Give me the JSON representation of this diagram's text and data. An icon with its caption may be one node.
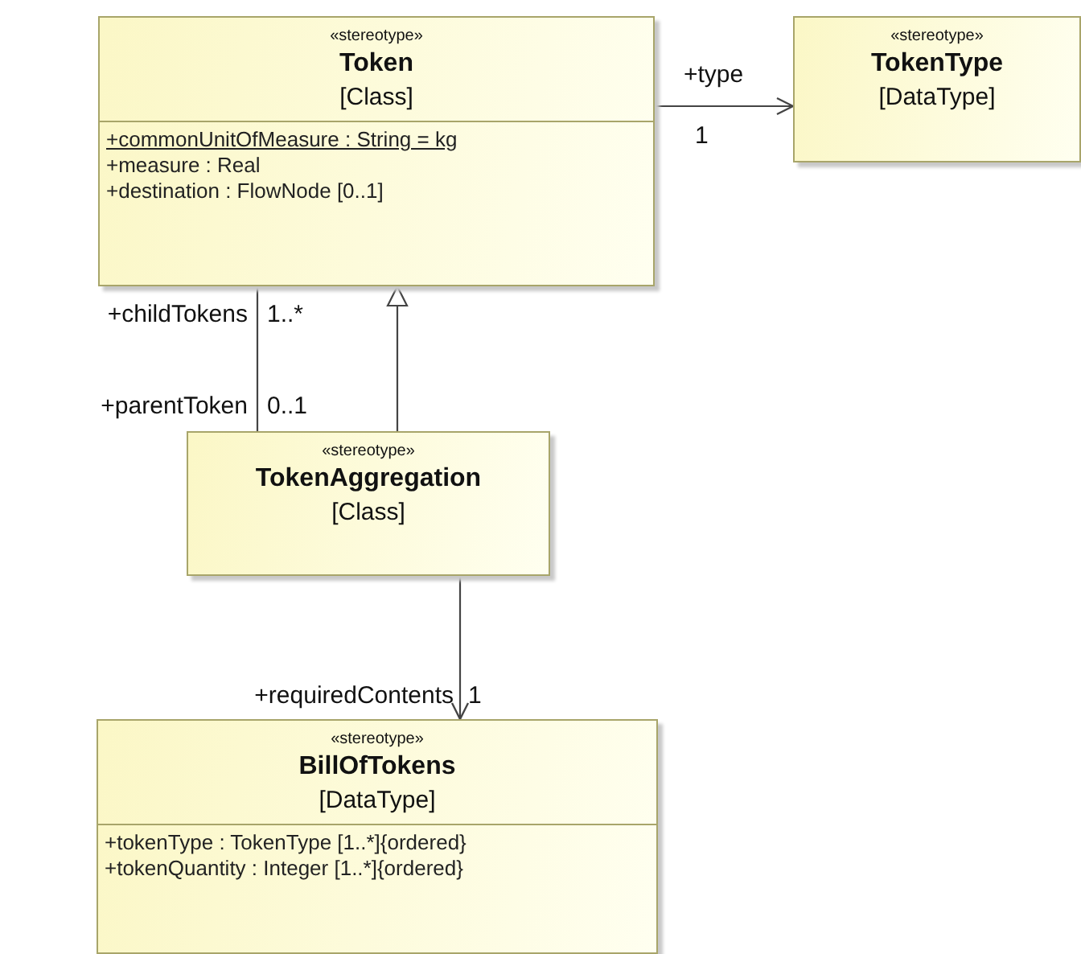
{
  "diagram": {
    "nodes": [
      {
        "text": [
          "«stereotype»",
          "Token",
          "[Class]",
          "+commonUnitOfMeasure : String = kg",
          "+measure : Real",
          "+destination : FlowNode [0..1]"
        ]
      },
      {
        "text": [
          "«stereotype»",
          "TokenType",
          "[DataType]"
        ]
      },
      {
        "text": [
          "«stereotype»",
          "TokenAggregation",
          "[Class]"
        ]
      },
      {
        "text": [
          "«stereotype»",
          "BillOfTokens",
          "[DataType]",
          "+tokenType : TokenType [1..*]{ordered}",
          "+tokenQuantity : Integer [1..*]{ordered}"
        ]
      }
    ],
    "edges": [
      {
        "from": 0,
        "to": 1,
        "arrow": "to"
      },
      {
        "from": 2,
        "to": 0,
        "arrow": "none"
      },
      {
        "from": 2,
        "to": 0,
        "arrow": "to"
      },
      {
        "from": 2,
        "to": 3,
        "arrow": "to"
      }
    ],
    "labels": [
      "+type",
      "1",
      "+childTokens",
      "1..*",
      "+parentToken",
      "0..1",
      "+requiredContents",
      "1"
    ]
  }
}
